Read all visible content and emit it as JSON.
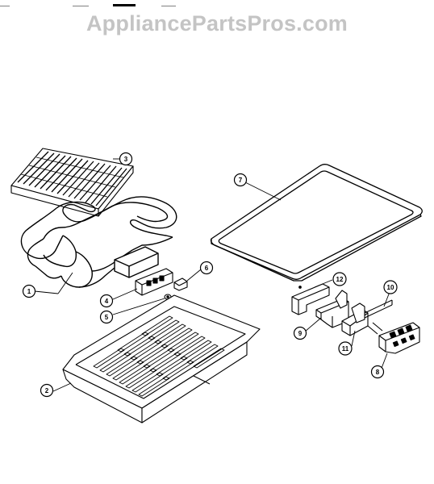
{
  "watermark": {
    "text": "AppliancePartsPros.com"
  },
  "callouts": [
    {
      "id": "part-1",
      "label": "1"
    },
    {
      "id": "part-2",
      "label": "2"
    },
    {
      "id": "part-3",
      "label": "3"
    },
    {
      "id": "part-4",
      "label": "4"
    },
    {
      "id": "part-5",
      "label": "5"
    },
    {
      "id": "part-6",
      "label": "6"
    },
    {
      "id": "part-7",
      "label": "7"
    },
    {
      "id": "part-8",
      "label": "8"
    },
    {
      "id": "part-9",
      "label": "9"
    },
    {
      "id": "part-10",
      "label": "10"
    },
    {
      "id": "part-11",
      "label": "11"
    },
    {
      "id": "part-12",
      "label": "12"
    }
  ],
  "colors": {
    "line": "#000000",
    "watermark": "#c4c4c4",
    "background": "#ffffff"
  }
}
